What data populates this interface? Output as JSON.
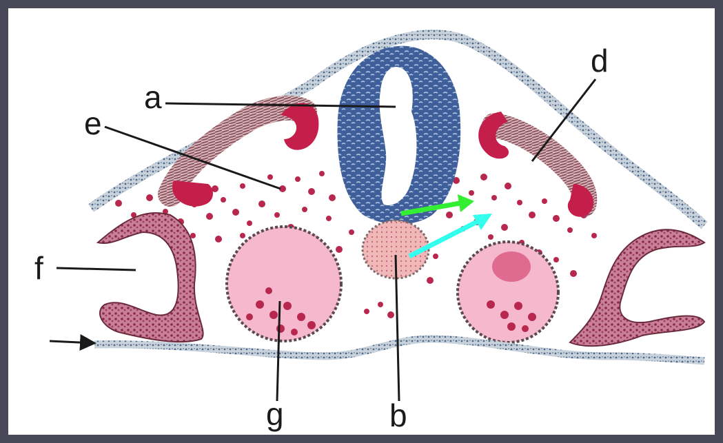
{
  "labels": {
    "a": "a",
    "b": "b",
    "d": "d",
    "e": "e",
    "f": "f",
    "g": "g"
  },
  "colors": {
    "frame_border": "#484858",
    "background": "#ffffff",
    "neural_tube": "#3f5f9a",
    "neural_tube_speckle": "#a9bfe0",
    "somite_outer": "#c41e4a",
    "somite_inner": "#e0c0c8",
    "ectoderm": "#7a8fa8",
    "mesenchyme_cells": "#b8284e",
    "notochord": "#e8a0a8",
    "dorsal_aorta": "#f4b0c8",
    "lateral_plate": "#a03a5a",
    "endoderm": "#8a9a92",
    "green_arrow": "#33ee33",
    "cyan_arrow": "#33ffee"
  },
  "icons": [
    "green-arrow",
    "cyan-arrow"
  ]
}
